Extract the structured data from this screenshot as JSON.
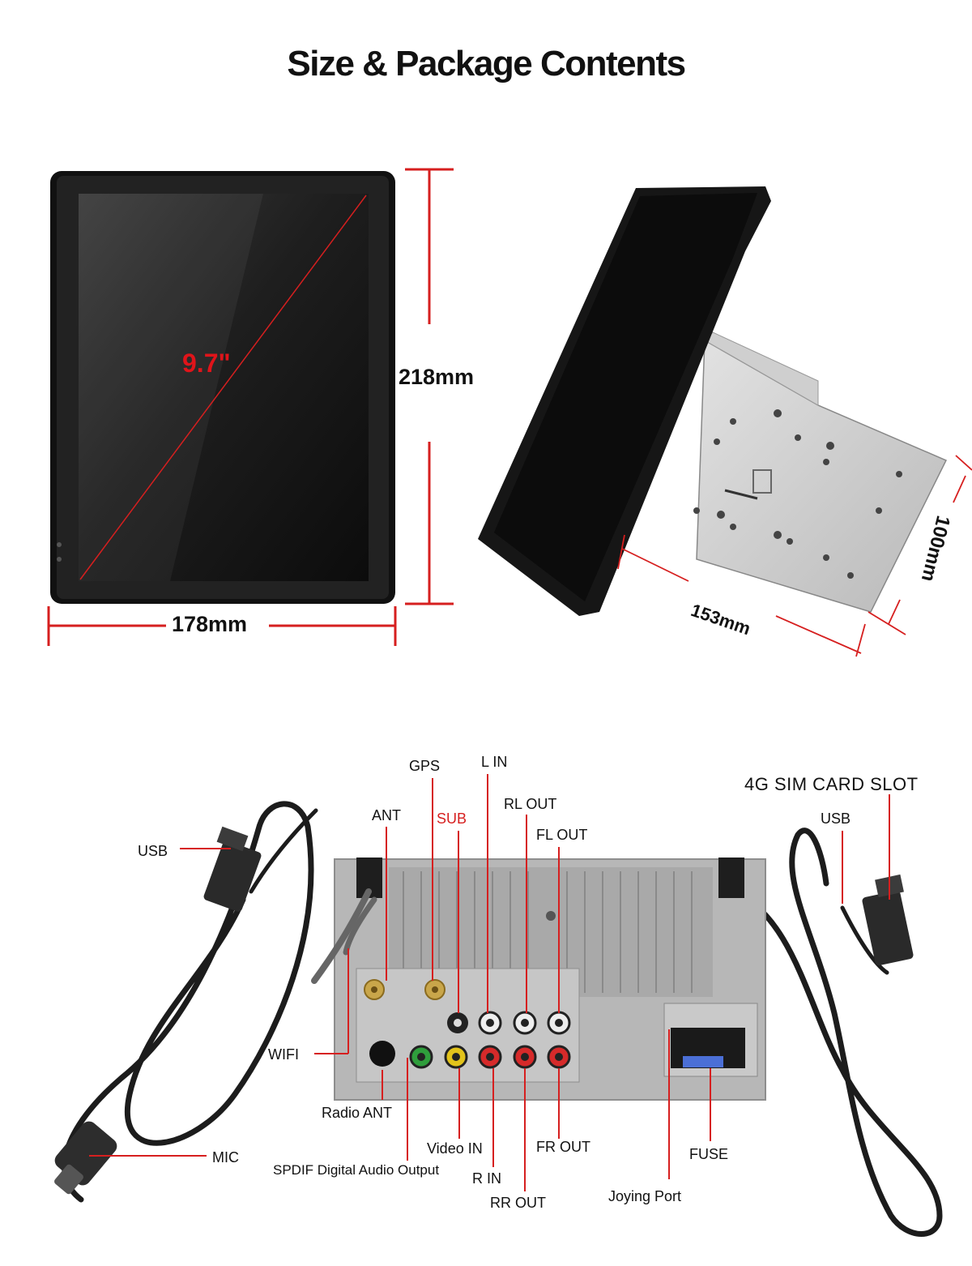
{
  "title": "Size & Package Contents",
  "dimensions": {
    "diagonal": "9.7\"",
    "height": "218mm",
    "width": "178mm",
    "depth": "153mm",
    "box_height": "100mm"
  },
  "ports": {
    "gps": "GPS",
    "l_in": "L IN",
    "rl_out": "RL OUT",
    "fl_out": "FL OUT",
    "ant": "ANT",
    "sub": "SUB",
    "usb_left": "USB",
    "sim_slot": "4G SIM CARD SLOT",
    "usb_right": "USB",
    "wifi": "WIFI",
    "radio_ant": "Radio ANT",
    "mic": "MIC",
    "video_in": "Video IN",
    "fr_out": "FR OUT",
    "fuse": "FUSE",
    "spdif": "SPDIF Digital Audio Output",
    "r_in": "R IN",
    "rr_out": "RR OUT",
    "joying_port": "Joying Port"
  },
  "colors": {
    "dimension_line": "#d61f1f",
    "sub_label": "#d61f1f",
    "diagonal_text": "#e0141a"
  }
}
